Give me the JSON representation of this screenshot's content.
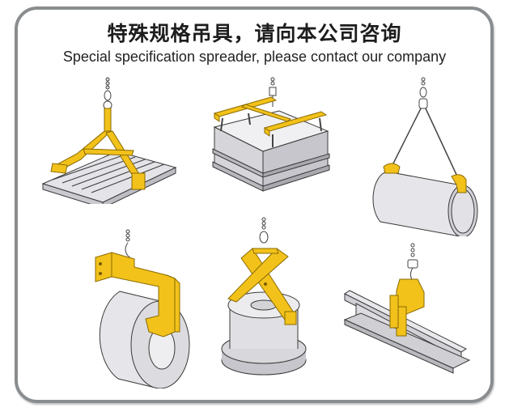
{
  "header": {
    "title_cn": "特殊规格吊具，请向本公司咨询",
    "title_en": "Special specification spreader, please contact our company"
  },
  "colors": {
    "frame_border": "#8a8d8f",
    "spreader_yellow": "#f2c21b",
    "spreader_shadow": "#c8960c",
    "load_gray": "#d9d9dd",
    "outline": "#3a3a3a"
  },
  "illustrations": [
    {
      "id": "pallet-lifter",
      "description": "Yellow tong spreader lifting a wooden pallet"
    },
    {
      "id": "box-frame-spreader",
      "description": "Yellow H-frame beam spreader lifting a square container"
    },
    {
      "id": "pipe-clamps",
      "description": "Two yellow clamps on wire slings lifting a pipe"
    },
    {
      "id": "coil-c-hook",
      "description": "Yellow C-hook lifting a steel coil"
    },
    {
      "id": "drum-tongs",
      "description": "Yellow scissor tongs lifting a flanged drum"
    },
    {
      "id": "rail-clamp",
      "description": "Yellow rail clamp lifting a steel rail"
    }
  ]
}
